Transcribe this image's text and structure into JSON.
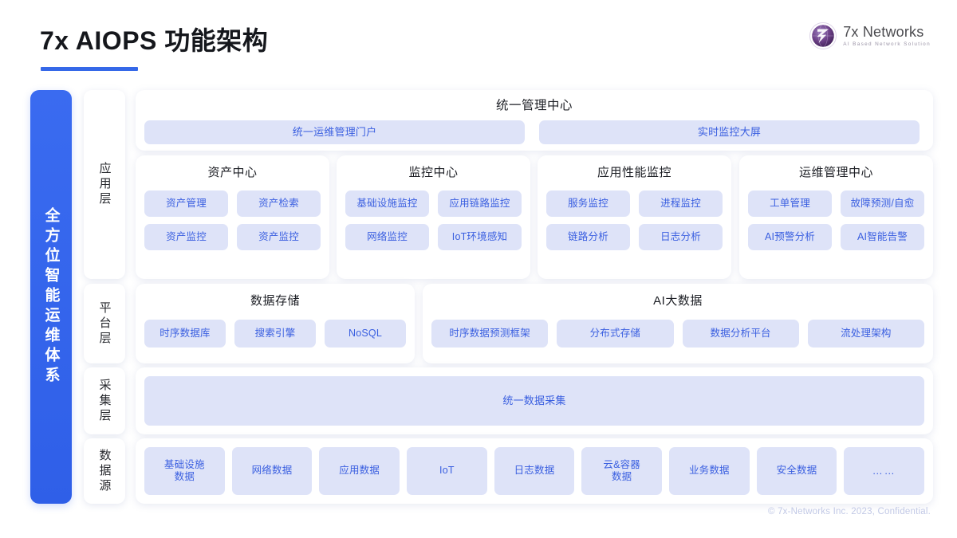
{
  "header": {
    "title": "7x AIOPS 功能架构",
    "brand_name": "7x Networks",
    "brand_tagline": "AI Based Network Solution",
    "accent_color": "#3568e8"
  },
  "sidebar": {
    "label": "全方位智能运维体系",
    "color": "#3162ea"
  },
  "layers": [
    {
      "label": "应用层"
    },
    {
      "label": "平台层"
    },
    {
      "label": "采集层"
    },
    {
      "label": "数据源"
    }
  ],
  "unified_management": {
    "title": "统一管理中心",
    "chips": [
      "统一运维管理门户",
      "实时监控大屏"
    ]
  },
  "app_centers": [
    {
      "title": "资产中心",
      "chips": [
        "资产管理",
        "资产检索",
        "资产监控",
        "资产监控"
      ]
    },
    {
      "title": "监控中心",
      "chips": [
        "基础设施监控",
        "应用链路监控",
        "网络监控",
        "IoT环境感知"
      ]
    },
    {
      "title": "应用性能监控",
      "chips": [
        "服务监控",
        "进程监控",
        "链路分析",
        "日志分析"
      ]
    },
    {
      "title": "运维管理中心",
      "chips": [
        "工单管理",
        "故障预测/自愈",
        "AI预警分析",
        "AI智能告警"
      ]
    }
  ],
  "platform": [
    {
      "title": "数据存储",
      "chips": [
        "时序数据库",
        "搜索引擎",
        "NoSQL"
      ]
    },
    {
      "title": "AI大数据",
      "chips": [
        "时序数据预测框架",
        "分布式存储",
        "数据分析平台",
        "流处理架构"
      ]
    }
  ],
  "collection": {
    "chip": "统一数据采集"
  },
  "data_sources": {
    "chips": [
      "基础设施\n数据",
      "网络数据",
      "应用数据",
      "IoT",
      "日志数据",
      "云&容器\n数据",
      "业务数据",
      "安全数据",
      "……"
    ]
  },
  "footer": {
    "text": "© 7x-Networks Inc. 2023, Confidential."
  },
  "colors": {
    "chip_bg": "#dee3f8",
    "chip_text": "#3a5fe0",
    "panel_bg": "#ffffff"
  }
}
